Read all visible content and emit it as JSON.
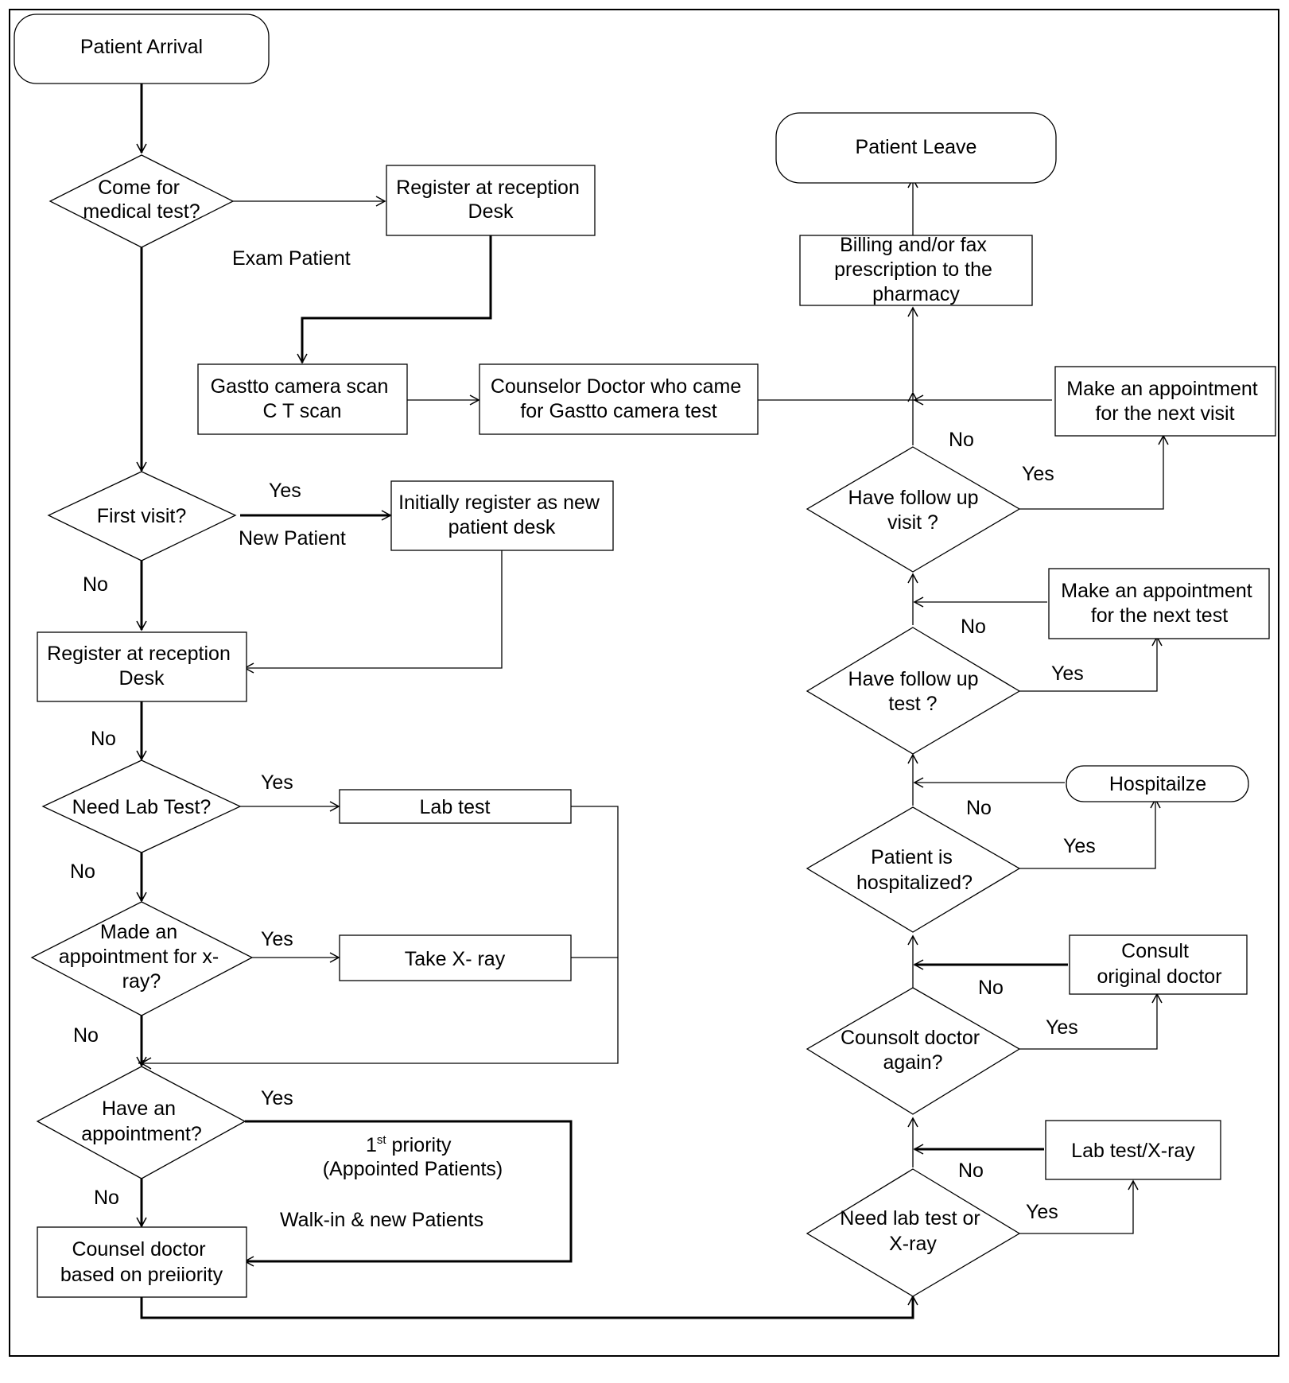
{
  "nodes": {
    "patient_arrival": "Patient Arrival",
    "come_for_test": [
      "Come for",
      "medical test?"
    ],
    "register_reception_top": [
      "Register at reception",
      "Desk"
    ],
    "gastto_scan": [
      "Gastto camera scan",
      "C T scan"
    ],
    "counselor_doctor": [
      "Counselor Doctor  who came",
      "for Gastto camera test"
    ],
    "first_visit": "First visit?",
    "initially_register": [
      "Initially register as new",
      "patient desk"
    ],
    "register_reception": [
      "Register at reception",
      "Desk"
    ],
    "need_lab_test": "Need Lab Test?",
    "lab_test": "Lab test",
    "made_appointment_xray": [
      "Made an",
      "appointment for x-",
      "ray?"
    ],
    "take_xray": "Take  X- ray",
    "have_appointment": [
      "Have an",
      "appointment?"
    ],
    "counsel_doctor": [
      "Counsel doctor",
      "based on preiiority"
    ],
    "patient_leave": "Patient Leave",
    "billing": [
      "Billing and/or fax",
      "prescription to the",
      "pharmacy"
    ],
    "make_appointment_visit": [
      "Make an appointment",
      "for the next visit"
    ],
    "follow_up_visit": [
      "Have follow up",
      "visit ?"
    ],
    "make_appointment_test": [
      "Make an appointment",
      "for the next test"
    ],
    "follow_up_test": [
      "Have follow up",
      "test ?"
    ],
    "hospitalize": "Hospitailze",
    "patient_hospitalized": [
      "Patient is",
      "hospitalized?"
    ],
    "consult_original": [
      "Consult",
      "original doctor"
    ],
    "consult_again": [
      "Counsolt doctor",
      "again?"
    ],
    "lab_xray": "Lab test/X-ray",
    "need_lab_or_xray": [
      "Need lab test or",
      "X-ray"
    ]
  },
  "labels": {
    "exam_patient": "Exam Patient",
    "yes": "Yes",
    "no": "No",
    "new_patient": "New Patient",
    "priority_num": "1",
    "priority_sup": "st",
    "priority_word": " priority",
    "appointed_patients": "(Appointed Patients)",
    "walkin": "Walk-in & new Patients"
  }
}
